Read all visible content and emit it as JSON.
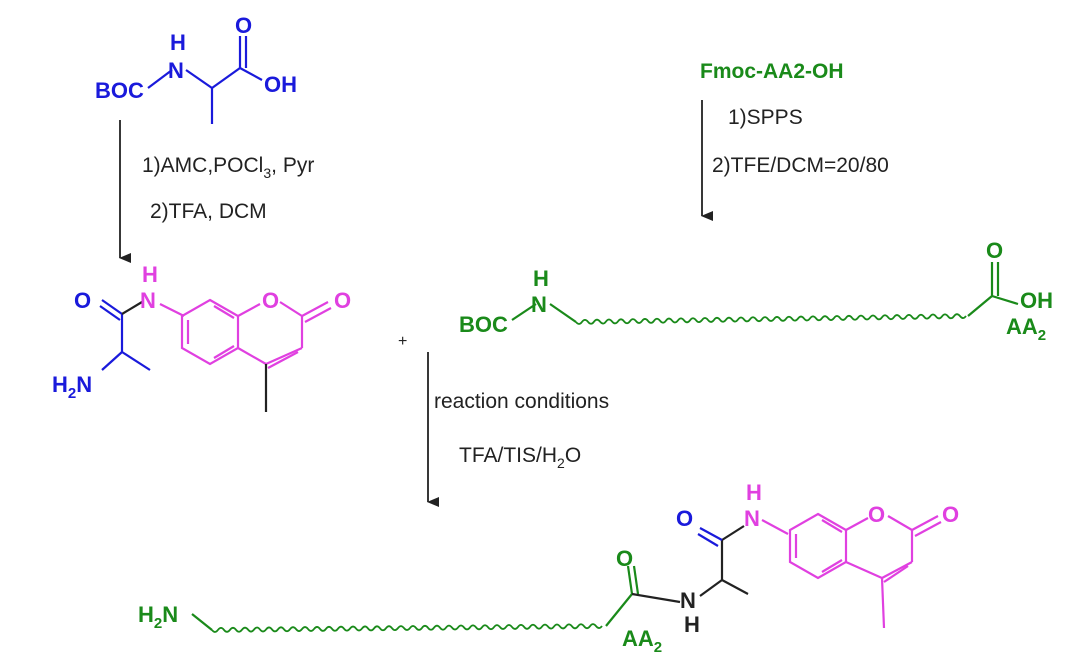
{
  "colors": {
    "blue": "#1a1adb",
    "pink": "#e040e0",
    "green": "#1a8a1a",
    "black": "#222222"
  },
  "start_left": {
    "protecting_group": "BOC",
    "n_atom": "N",
    "h_atom": "H",
    "o_double": "O",
    "oh": "OH"
  },
  "start_right": {
    "label": "Fmoc-AA2-OH"
  },
  "step_left": {
    "cond1": "1)AMC,POCl",
    "cond1_sub": "3",
    "cond1_tail": ", Pyr",
    "cond2": "2)TFA, DCM"
  },
  "step_right": {
    "cond1": "1)SPPS",
    "cond2": "2)TFE/DCM=20/80"
  },
  "intermediate_left": {
    "o_amide": "O",
    "n_amide": "N",
    "h_amide": "H",
    "h2n": "H",
    "h2n_sub": "2",
    "h2n_tail": "N",
    "ring_o": "O",
    "carbonyl_o": "O"
  },
  "intermediate_right": {
    "protecting_group": "BOC",
    "n_atom": "N",
    "h_atom": "H",
    "o_double": "O",
    "oh": "OH",
    "aa": "AA",
    "aa_sub": "2"
  },
  "plus": "+",
  "step_bottom": {
    "cond1": "reaction conditions",
    "cond2": "TFA/TIS/H",
    "cond2_sub": "2",
    "cond2_tail": "O"
  },
  "product": {
    "h2n": "H",
    "h2n_sub": "2",
    "h2n_tail": "N",
    "o_green": "O",
    "aa": "AA",
    "aa_sub": "2",
    "nh_n": "N",
    "nh_h": "H",
    "o_blue": "O",
    "n_top": "N",
    "h_top": "H",
    "ring_o": "O",
    "carbonyl_o": "O"
  }
}
